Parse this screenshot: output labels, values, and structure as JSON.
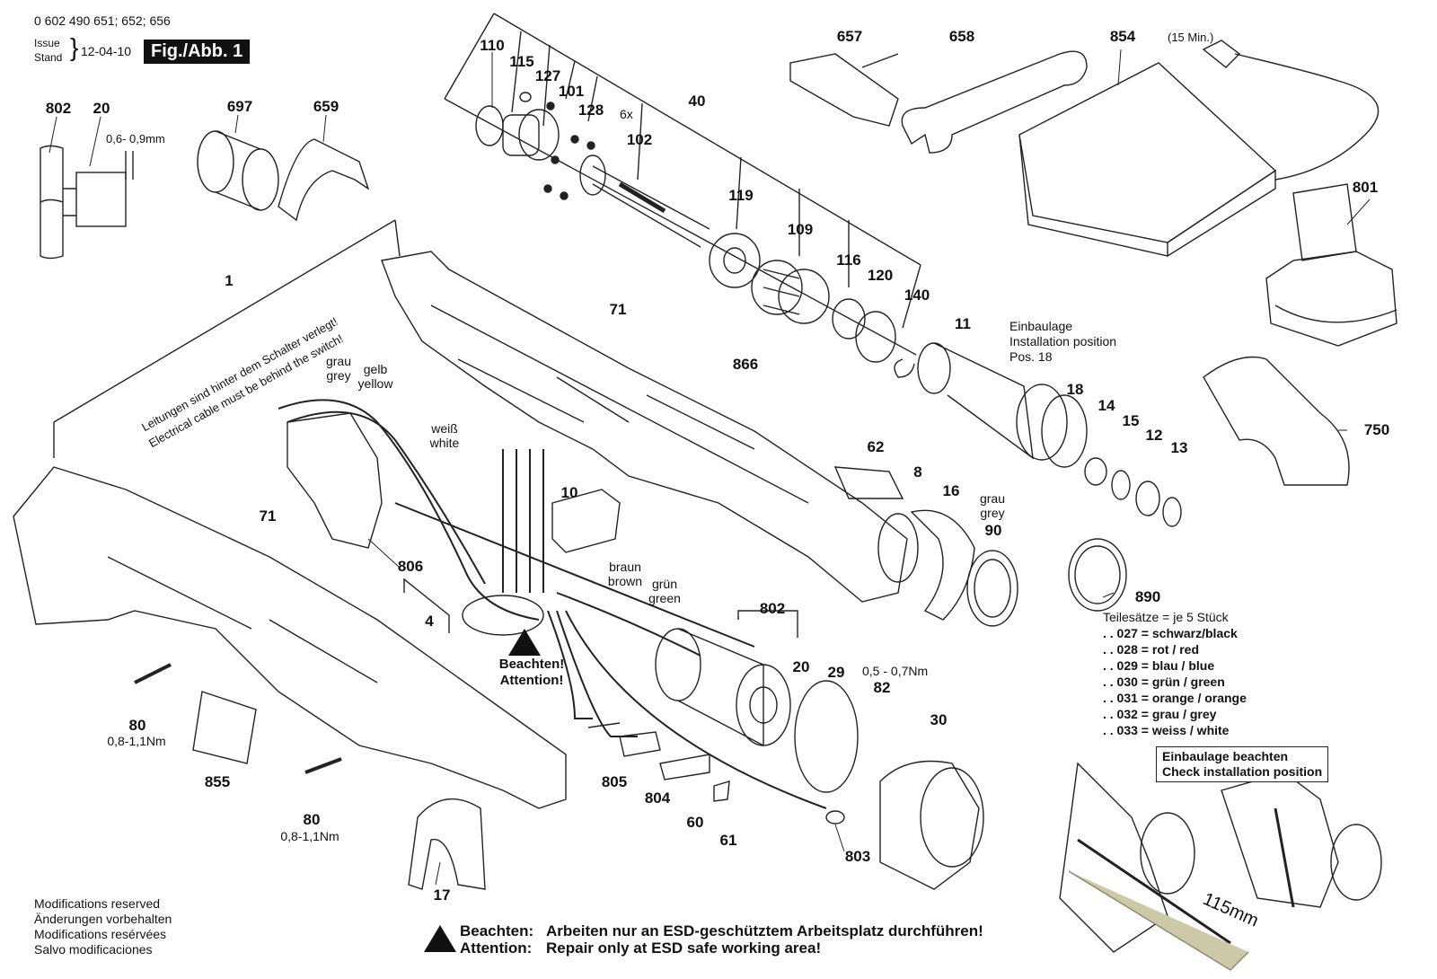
{
  "header": {
    "model_numbers": "0 602 490 651; 652; 656",
    "issue_label": "Issue",
    "stand_label": "Stand",
    "date": "12-04-10",
    "figure": "Fig./Abb. 1"
  },
  "callouts": [
    {
      "id": "802a",
      "label": "802"
    },
    {
      "id": "20a",
      "label": "20"
    },
    {
      "id": "697",
      "label": "697"
    },
    {
      "id": "659",
      "label": "659"
    },
    {
      "id": "110",
      "label": "110"
    },
    {
      "id": "115",
      "label": "115"
    },
    {
      "id": "127",
      "label": "127"
    },
    {
      "id": "101",
      "label": "101"
    },
    {
      "id": "128",
      "label": "128"
    },
    {
      "id": "102",
      "label": "102"
    },
    {
      "id": "40",
      "label": "40"
    },
    {
      "id": "657",
      "label": "657"
    },
    {
      "id": "658",
      "label": "658"
    },
    {
      "id": "854",
      "label": "854"
    },
    {
      "id": "801",
      "label": "801"
    },
    {
      "id": "119",
      "label": "119"
    },
    {
      "id": "109",
      "label": "109"
    },
    {
      "id": "116",
      "label": "116"
    },
    {
      "id": "120",
      "label": "120"
    },
    {
      "id": "140",
      "label": "140"
    },
    {
      "id": "11",
      "label": "11"
    },
    {
      "id": "1",
      "label": "1"
    },
    {
      "id": "71a",
      "label": "71"
    },
    {
      "id": "866",
      "label": "866"
    },
    {
      "id": "18",
      "label": "18"
    },
    {
      "id": "14",
      "label": "14"
    },
    {
      "id": "15",
      "label": "15"
    },
    {
      "id": "12",
      "label": "12"
    },
    {
      "id": "13",
      "label": "13"
    },
    {
      "id": "750",
      "label": "750"
    },
    {
      "id": "62",
      "label": "62"
    },
    {
      "id": "8",
      "label": "8"
    },
    {
      "id": "16",
      "label": "16"
    },
    {
      "id": "90",
      "label": "90"
    },
    {
      "id": "10",
      "label": "10"
    },
    {
      "id": "71b",
      "label": "71"
    },
    {
      "id": "806",
      "label": "806"
    },
    {
      "id": "4",
      "label": "4"
    },
    {
      "id": "802b",
      "label": "802"
    },
    {
      "id": "20b",
      "label": "20"
    },
    {
      "id": "29",
      "label": "29"
    },
    {
      "id": "82",
      "label": "82"
    },
    {
      "id": "30",
      "label": "30"
    },
    {
      "id": "890",
      "label": "890"
    },
    {
      "id": "80a",
      "label": "80"
    },
    {
      "id": "855",
      "label": "855"
    },
    {
      "id": "80b",
      "label": "80"
    },
    {
      "id": "805",
      "label": "805"
    },
    {
      "id": "804",
      "label": "804"
    },
    {
      "id": "60",
      "label": "60"
    },
    {
      "id": "61",
      "label": "61"
    },
    {
      "id": "803",
      "label": "803"
    },
    {
      "id": "17",
      "label": "17"
    }
  ],
  "labels": {
    "gap_spec": "0,6- 0,9mm",
    "qty_128": "6x",
    "charge_time": "(15 Min.)",
    "install_de": "Einbaulage",
    "install_en": "Installation position",
    "install_pos": "Pos. 18",
    "cable_de": "Leitungen sind hinter dem Schalter verlegt!",
    "cable_en": "Electrical cable must be behind the switch!",
    "grau_1": "grau",
    "grey_1": "grey",
    "gelb": "gelb",
    "yellow": "yellow",
    "weiss": "weiß",
    "white": "white",
    "braun": "braun",
    "brown": "brown",
    "gruen": "grün",
    "green": "green",
    "grau_2": "grau",
    "grey_2": "grey",
    "torque_82": "0,5 - 0,7Nm",
    "torque_80a": "0,8-1,1Nm",
    "torque_80b": "0,8-1,1Nm",
    "beachten_de": "Beachten!",
    "beachten_en": "Attention!",
    "length_115": "115mm"
  },
  "kit_sets": {
    "title": "Teilesätze = je 5 Stück",
    "items": [
      ". . 027 = schwarz/black",
      ". . 028 = rot / red",
      ". . 029 = blau / blue",
      ". . 030 = grün / green",
      ". . 031 = orange / orange",
      ". . 032 = grau / grey",
      ". . 033 = weiss / white"
    ]
  },
  "check_box": {
    "line1": "Einbaulage beachten",
    "line2": "Check installation position"
  },
  "footer": {
    "modifications": [
      "Modifications reserved",
      "Änderungen vorbehalten",
      "Modifications resérvées",
      "Salvo modificaciones"
    ],
    "warn_de_label": "Beachten:",
    "warn_de_text": "Arbeiten nur an ESD-geschütztem Arbeitsplatz durchführen!",
    "warn_en_label": "Attention:",
    "warn_en_text": "Repair only at ESD safe working area!"
  }
}
